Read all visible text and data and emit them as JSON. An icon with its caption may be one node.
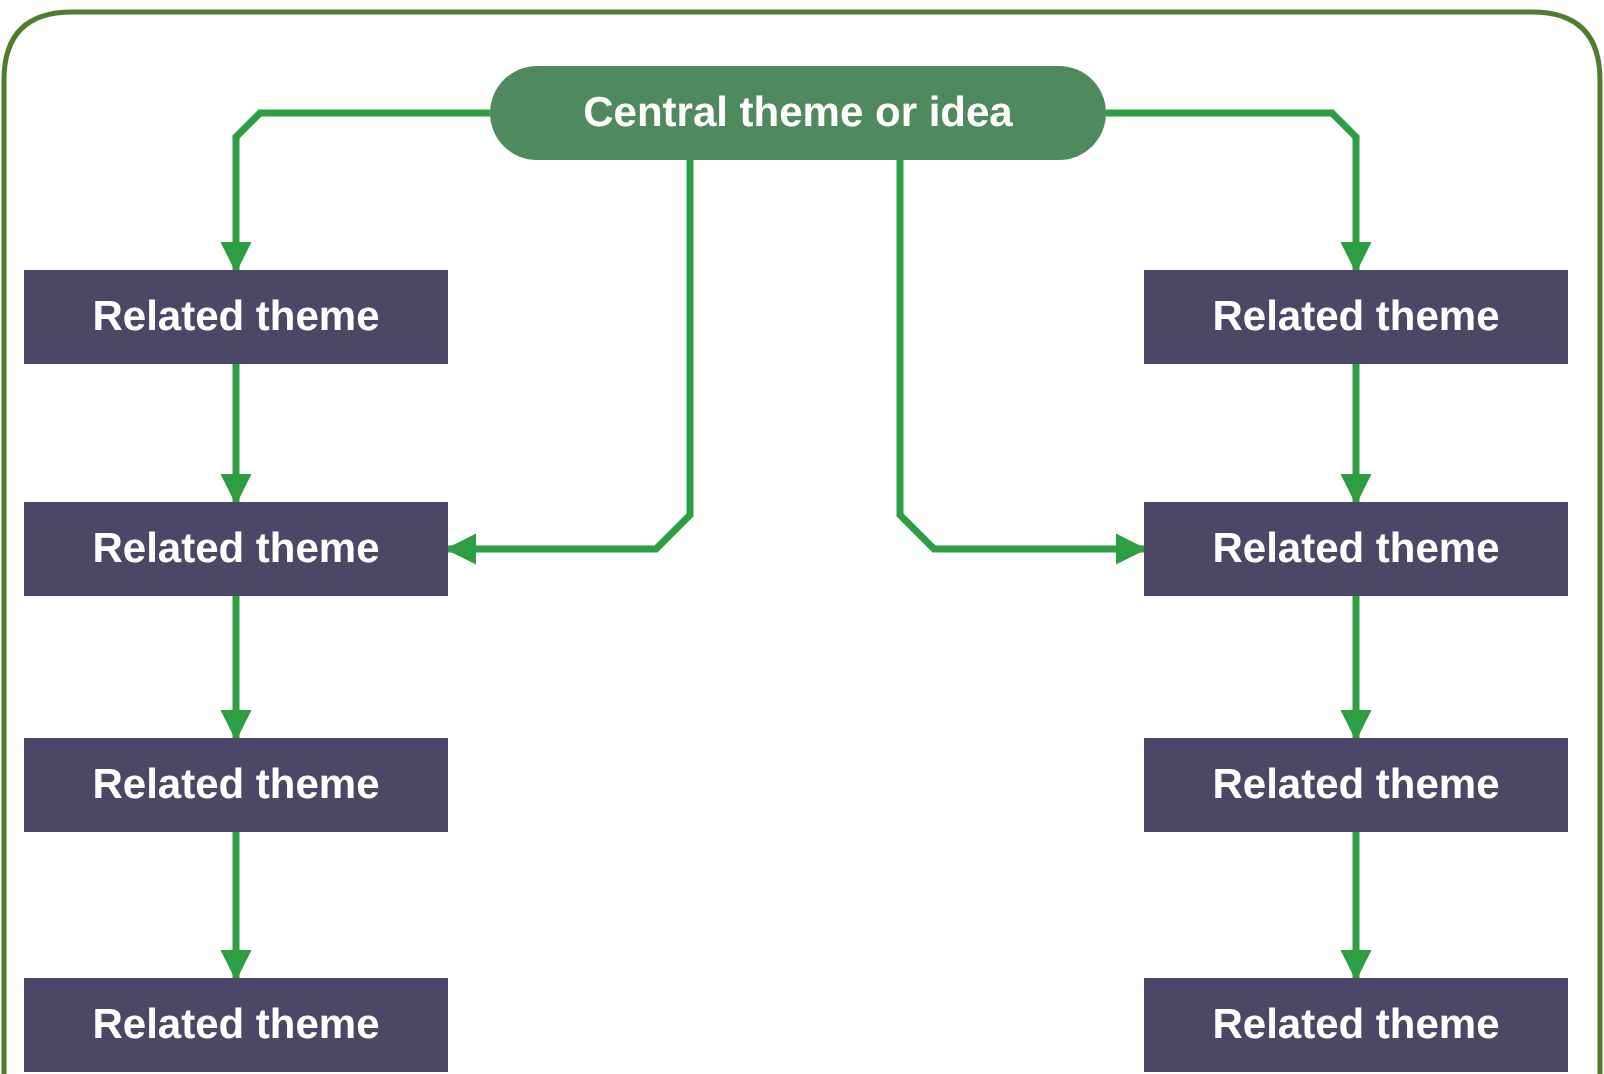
{
  "diagram": {
    "nodes": [
      {
        "text": [
          "Central theme or idea"
        ]
      },
      {
        "text": [
          "Related theme"
        ]
      },
      {
        "text": [
          "Related theme"
        ]
      },
      {
        "text": [
          "Related theme"
        ]
      },
      {
        "text": [
          "Related theme"
        ]
      },
      {
        "text": [
          "Related theme"
        ]
      },
      {
        "text": [
          "Related theme"
        ]
      },
      {
        "text": [
          "Related theme"
        ]
      },
      {
        "text": [
          "Related theme"
        ]
      }
    ],
    "edges": [
      {
        "from": 0,
        "to": 1,
        "arrow": "to"
      },
      {
        "from": 0,
        "to": 2,
        "arrow": "to"
      },
      {
        "from": 0,
        "to": 6,
        "arrow": "to"
      },
      {
        "from": 0,
        "to": 5,
        "arrow": "to"
      },
      {
        "from": 1,
        "to": 2,
        "arrow": "to"
      },
      {
        "from": 2,
        "to": 3,
        "arrow": "to"
      },
      {
        "from": 3,
        "to": 4,
        "arrow": "to"
      },
      {
        "from": 5,
        "to": 6,
        "arrow": "to"
      },
      {
        "from": 6,
        "to": 7,
        "arrow": "to"
      },
      {
        "from": 7,
        "to": 8,
        "arrow": "to"
      }
    ]
  }
}
